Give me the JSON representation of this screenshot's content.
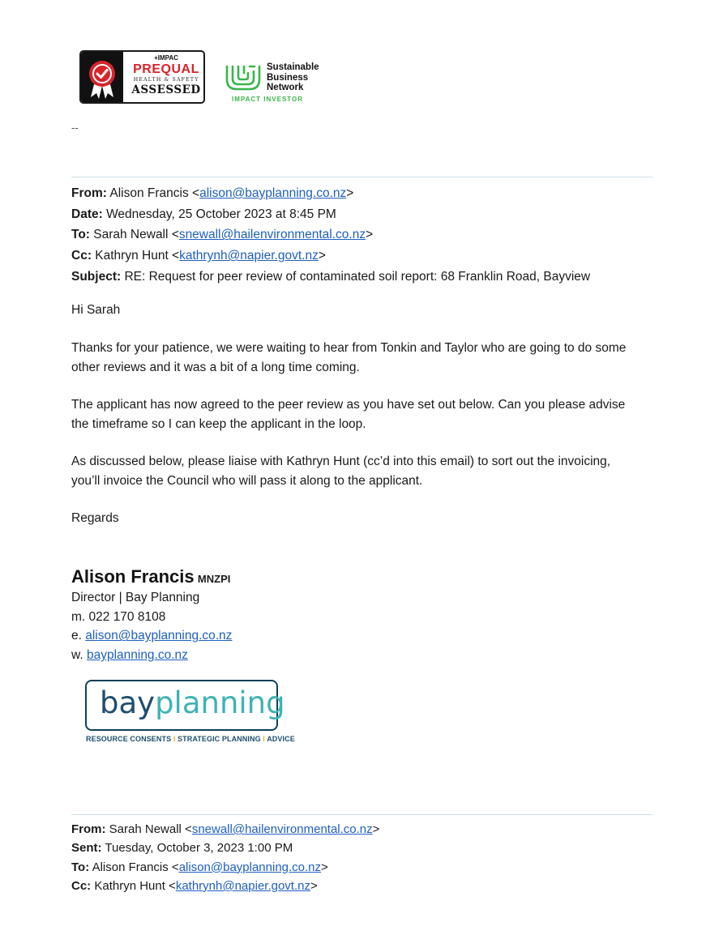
{
  "badges": {
    "impac_label": "+IMPAC",
    "prequal_label": "PREQUAL",
    "health_safety_label": "HEALTH & SAFETY",
    "assessed_label": "ASSESSED",
    "sbn_line1": "Sustainable",
    "sbn_line2": "Business",
    "sbn_line3": "Network",
    "sbn_impact": "IMPACT INVESTOR"
  },
  "separator": "--",
  "latest_email": {
    "from_label": "From:",
    "from_name": "Alison Francis <",
    "from_email": "alison@bayplanning.co.nz",
    "from_close": ">",
    "date_label": "Date:",
    "date_value": "Wednesday, 25 October 2023 at 8:45 PM",
    "to_label": "To:",
    "to_name": "Sarah Newall <",
    "to_email": "snewall@hailenvironmental.co.nz",
    "to_close": ">",
    "cc_label": "Cc:",
    "cc_name": "Kathryn Hunt <",
    "cc_email": "kathrynh@napier.govt.nz",
    "cc_close": ">",
    "subject_label": "Subject:",
    "subject_value": "RE: Request for peer review of contaminated soil report: 68 Franklin Road, Bayview"
  },
  "body": {
    "greeting": "Hi Sarah",
    "para1_line1": "Thanks for your patience, we were waiting to hear from Tonkin and Taylor who are going to do some",
    "para1_line2": "other reviews and it was a bit of a long time coming.",
    "para2_line1": "The applicant has now agreed to the peer review as you have set out below. Can you please advise",
    "para2_line2": "the timeframe so I can keep the applicant in the loop.",
    "para3_line1": "As discussed below, please liaise with Kathryn Hunt (cc’d into this email) to sort out the invoicing,",
    "para3_line2": "you’ll invoice the Council who will pass it along to the applicant.",
    "closing": "Regards"
  },
  "signature": {
    "name": "Alison Francis",
    "credentials": "MNZPI",
    "title": "Director | Bay Planning",
    "mobile": "m. 022 170 8108",
    "email_prefix": "e. ",
    "email": "alison@bayplanning.co.nz",
    "web_prefix": "w. ",
    "website": "bayplanning.co.nz"
  },
  "bay_logo": {
    "word_bay": "bay",
    "word_planning": "planning",
    "tag1": "RESOURCE CONSENTS",
    "tag2": "STRATEGIC PLANNING",
    "tag3": "ADVICE",
    "sep": "I"
  },
  "previous_email": {
    "from_label": "From:",
    "from_name": "Sarah Newall <",
    "from_email": "snewall@hailenvironmental.co.nz",
    "from_close": ">",
    "sent_label": "Sent:",
    "sent_value": "Tuesday, October 3, 2023 1:00 PM",
    "to_label": "To:",
    "to_name": "Alison Francis <",
    "to_email": "alison@bayplanning.co.nz",
    "to_close": ">",
    "cc_label": "Cc:",
    "cc_name": "Kathryn Hunt <",
    "cc_email": "kathrynh@napier.govt.nz",
    "cc_close": ">"
  },
  "colors": {
    "link": "#1f5fbf",
    "prequal_red": "#d8232a",
    "sbn_green": "#3ab54a",
    "bay_navy": "#1d4f70",
    "planning_teal": "#3fb3b3",
    "separator_yellow": "#f2b01e"
  }
}
